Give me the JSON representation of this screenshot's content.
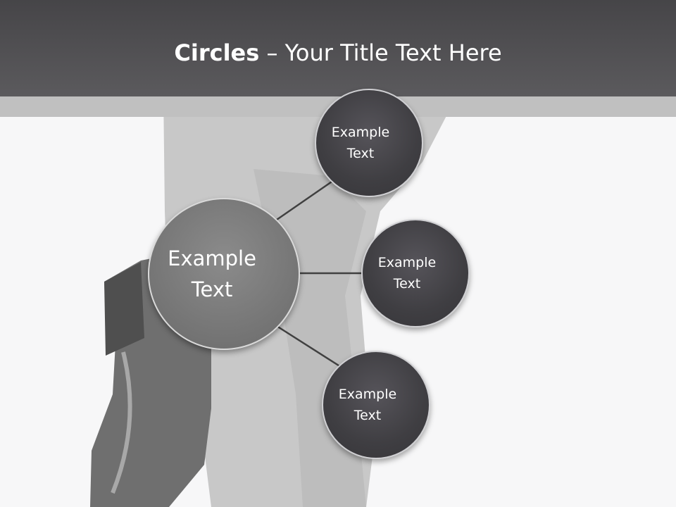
{
  "title": {
    "bold": "Circles",
    "rest": " – Your Title Text Here"
  },
  "diagram": {
    "center": {
      "line1": "Example",
      "line2": "Text"
    },
    "nodes": [
      {
        "line1": "Example",
        "line2": "Text"
      },
      {
        "line1": "Example",
        "line2": "Text"
      },
      {
        "line1": "Example",
        "line2": "Text"
      }
    ]
  },
  "colors": {
    "header": "#4d4c50",
    "header_band": "#c0c0c0",
    "background": "#f7f7f8",
    "center_circle": "#7a7a7a",
    "node_circle": "#414044",
    "connector": "#404040"
  }
}
